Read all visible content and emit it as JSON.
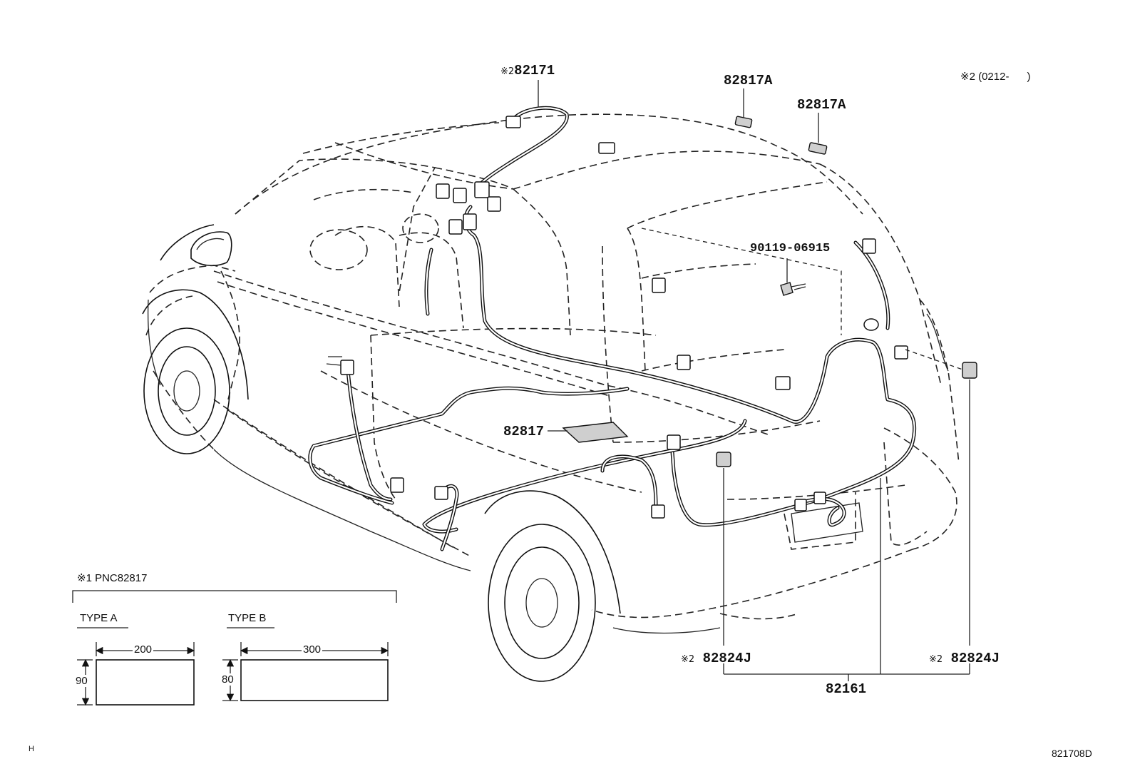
{
  "callouts": {
    "wire_roof_mark": "※2",
    "wire_roof": "82171",
    "clamp_a1": "82817A",
    "clamp_a2": "82817A",
    "date_note": "※2 (0212-      )",
    "bolt": "90119-06915",
    "tape": "82817",
    "conn_left_mark": "※2",
    "conn_left": "82824J",
    "conn_right_mark": "※2",
    "conn_right": "82824J",
    "wire_floor": "82161"
  },
  "legend": {
    "title": "※1 PNC82817",
    "type_a": {
      "label": "TYPE A",
      "width": "200",
      "height": "90"
    },
    "type_b": {
      "label": "TYPE B",
      "width": "300",
      "height": "80"
    }
  },
  "footer": {
    "left_mark": "H",
    "code": "821708D"
  }
}
